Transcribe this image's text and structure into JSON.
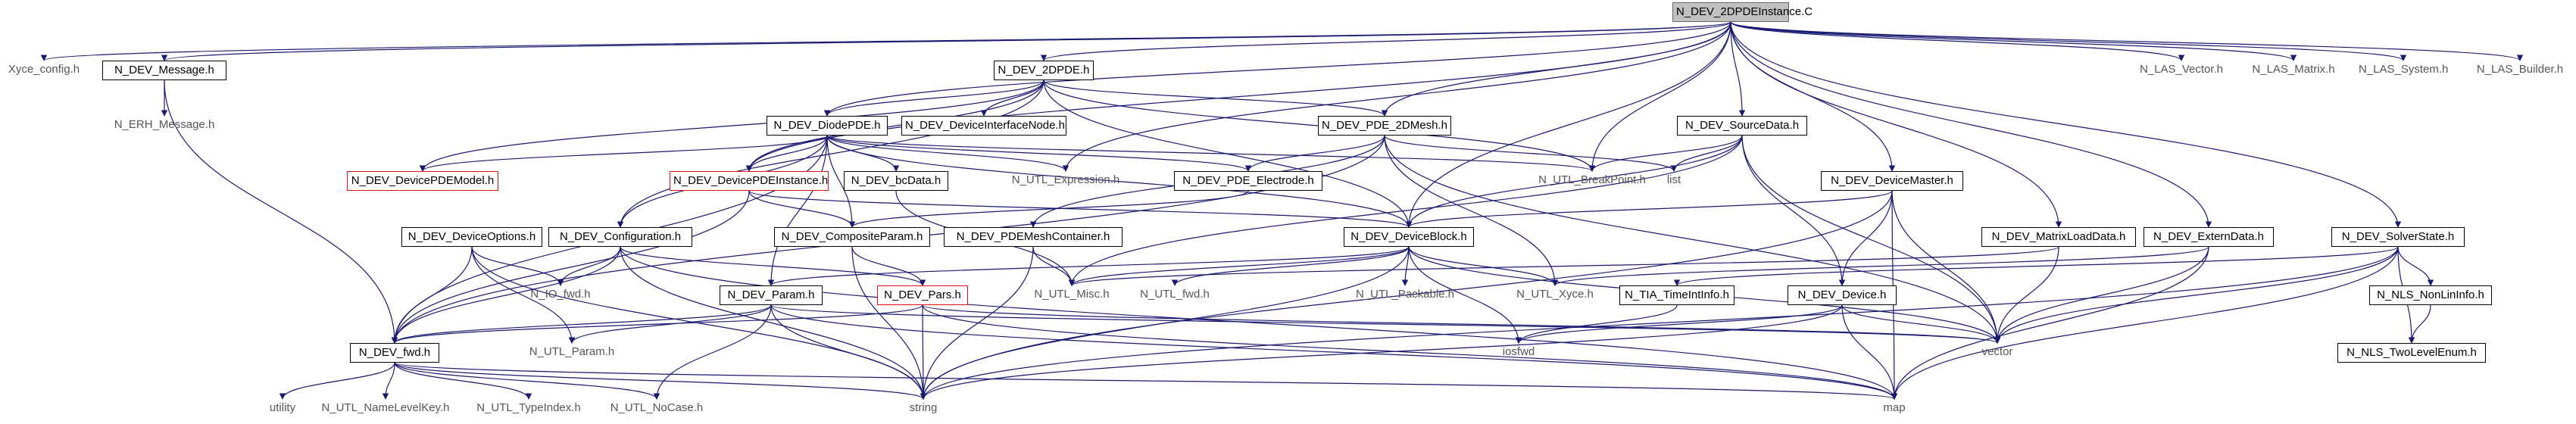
{
  "diagram": {
    "nodes": {
      "root": "N_DEV_2DPDEInstance.C",
      "xyce_config": "Xyce_config.h",
      "dev_message": "N_DEV_Message.h",
      "erh_message": "N_ERH_Message.h",
      "dev_2dpde": "N_DEV_2DPDE.h",
      "dev_diodepde": "N_DEV_DiodePDE.h",
      "dev_interfacenode": "N_DEV_DeviceInterfaceNode.h",
      "dev_pde2dmesh": "N_DEV_PDE_2DMesh.h",
      "dev_sourcedata": "N_DEV_SourceData.h",
      "dev_devicemaster": "N_DEV_DeviceMaster.h",
      "dev_pdemodel": "N_DEV_DevicePDEModel.h",
      "dev_pdeinstance": "N_DEV_DevicePDEInstance.h",
      "dev_bcdata": "N_DEV_bcData.h",
      "utl_expression": "N_UTL_Expression.h",
      "dev_pde_electrode": "N_DEV_PDE_Electrode.h",
      "utl_breakpoint": "N_UTL_BreakPoint.h",
      "list": "list",
      "dev_deviceoptions": "N_DEV_DeviceOptions.h",
      "dev_configuration": "N_DEV_Configuration.h",
      "dev_compositeparam": "N_DEV_CompositeParam.h",
      "dev_pdemeshcontainer": "N_DEV_PDEMeshContainer.h",
      "dev_deviceblock": "N_DEV_DeviceBlock.h",
      "dev_matrixloaddata": "N_DEV_MatrixLoadData.h",
      "dev_externdata": "N_DEV_ExternData.h",
      "dev_solverstate": "N_DEV_SolverState.h",
      "io_fwd": "N_IO_fwd.h",
      "dev_param": "N_DEV_Param.h",
      "dev_pars": "N_DEV_Pars.h",
      "utl_misc": "N_UTL_Misc.h",
      "utl_fwd": "N_UTL_fwd.h",
      "utl_packable": "N_UTL_Packable.h",
      "utl_xyce": "N_UTL_Xyce.h",
      "tia_timeintinfo": "N_TIA_TimeIntInfo.h",
      "dev_device": "N_DEV_Device.h",
      "nls_nonlininfo": "N_NLS_NonLinInfo.h",
      "nls_twolevelenum": "N_NLS_TwoLevelEnum.h",
      "dev_fwd": "N_DEV_fwd.h",
      "utl_param": "N_UTL_Param.h",
      "iosfwd": "iosfwd",
      "vector": "vector",
      "utility": "utility",
      "utl_namelevelkey": "N_UTL_NameLevelKey.h",
      "utl_typeindex": "N_UTL_TypeIndex.h",
      "utl_nocase": "N_UTL_NoCase.h",
      "string": "string",
      "map": "map",
      "las_vector": "N_LAS_Vector.h",
      "las_matrix": "N_LAS_Matrix.h",
      "las_system": "N_LAS_System.h",
      "las_builder": "N_LAS_Builder.h"
    },
    "colors": {
      "edge": "#191970",
      "root_fill": "#c0c0c0",
      "highlight_border": "#e01010"
    }
  }
}
